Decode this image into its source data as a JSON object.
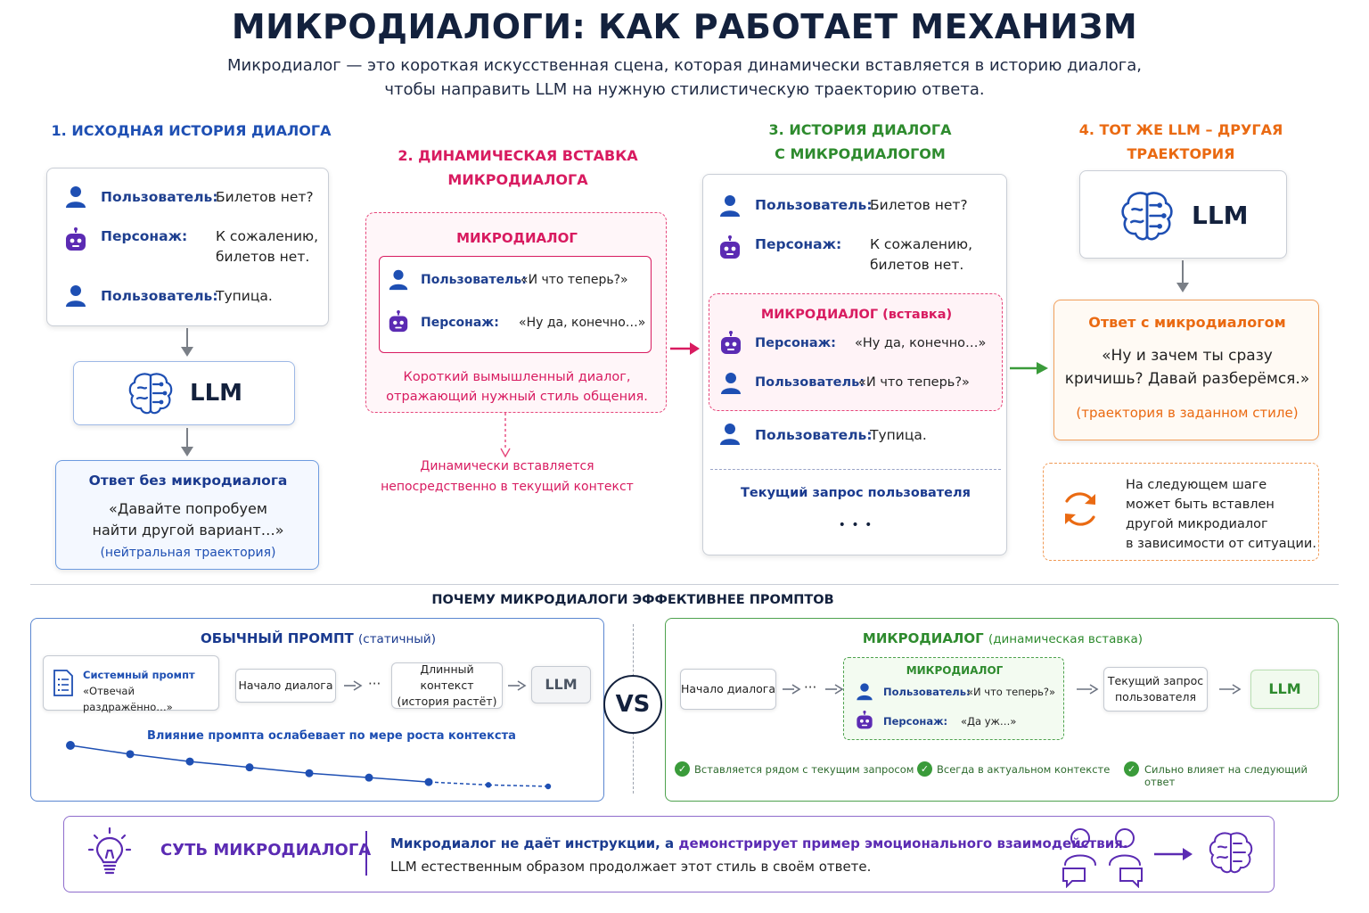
{
  "header": {
    "title": "МИКРОДИАЛОГИ: КАК РАБОТАЕТ МЕХАНИЗМ",
    "subtitle_line1": "Микродиалог — это короткая искусственная сцена, которая динамически вставляется в историю диалога,",
    "subtitle_line2": "чтобы направить LLM на нужную стилистическую траекторию ответа."
  },
  "step1": {
    "heading": "1. ИСХОДНАЯ ИСТОРИЯ ДИАЛОГА",
    "rows": [
      {
        "speaker": "Пользователь:",
        "text": "Билетов нет?"
      },
      {
        "speaker": "Персонаж:",
        "text_line1": "К сожалению,",
        "text_line2": "билетов нет."
      },
      {
        "speaker": "Пользователь:",
        "text": "Тупица."
      }
    ],
    "llm_label": "LLM",
    "answer_title": "Ответ без микродиалога",
    "answer_line1": "«Давайте попробуем",
    "answer_line2": "найти другой вариант…»",
    "answer_note": "(нейтральная траектория)"
  },
  "step2": {
    "heading_line1": "2. ДИНАМИЧЕСКАЯ ВСТАВКА",
    "heading_line2": "МИКРОДИАЛОГА",
    "box_title": "МИКРОДИАЛОГ",
    "rows": [
      {
        "speaker": "Пользователь:",
        "text": "«И что теперь?»"
      },
      {
        "speaker": "Персонаж:",
        "text": "«Ну да, конечно…»"
      }
    ],
    "caption_line1": "Короткий вымышленный диалог,",
    "caption_line2": "отражающий нужный стиль общения.",
    "note_line1": "Динамически вставляется",
    "note_line2": "непосредственно в текущий контекст"
  },
  "step3": {
    "heading_line1": "3. ИСТОРИЯ ДИАЛОГА",
    "heading_line2": "С МИКРОДИАЛОГОМ",
    "rows": [
      {
        "speaker": "Пользователь:",
        "text": "Билетов нет?"
      },
      {
        "speaker": "Персонаж:",
        "text_line1": "К сожалению,",
        "text_line2": "билетов нет."
      }
    ],
    "insert_title": "МИКРОДИАЛОГ (вставка)",
    "insert_rows": [
      {
        "speaker": "Персонаж:",
        "text": "«Ну да, конечно…»"
      },
      {
        "speaker": "Пользователь:",
        "text": "«И что теперь?»"
      }
    ],
    "last_row": {
      "speaker": "Пользователь:",
      "text": "Тупица."
    },
    "current_request": "Текущий запрос пользователя",
    "ellipsis": "• • •"
  },
  "step4": {
    "heading": "4. ТОТ ЖЕ LLM – ДРУГАЯ ТРАЕКТОРИЯ",
    "llm_label": "LLM",
    "answer_title": "Ответ с микродиалогом",
    "answer_line1": "«Ну и зачем ты сразу",
    "answer_line2": "кричишь? Давай разберёмся.»",
    "answer_note": "(траектория в заданном стиле)",
    "next_line1": "На следующем шаге",
    "next_line2": "может быть вставлен",
    "next_line3": "другой микродиалог",
    "next_line4": "в зависимости от ситуации."
  },
  "why": {
    "heading": "ПОЧЕМУ МИКРОДИАЛОГИ ЭФФЕКТИВНЕЕ ПРОМПТОВ",
    "vs": "VS",
    "left": {
      "title": "ОБЫЧНЫЙ ПРОМПТ",
      "title_note": "(статичный)",
      "system_title": "Системный промпт",
      "system_text": "«Отвечай раздражённо…»",
      "start": "Начало диалога",
      "dots": "···",
      "long_line1": "Длинный контекст",
      "long_line2": "(история растёт)",
      "llm": "LLM",
      "influence": "Влияние промпта ослабевает по мере роста контекста",
      "influence_values": [
        1.0,
        0.88,
        0.78,
        0.7,
        0.62,
        0.56,
        0.5,
        0.46,
        0.44
      ]
    },
    "right": {
      "title": "МИКРОДИАЛОГ",
      "title_note": "(динамическая вставка)",
      "start": "Начало диалога",
      "dots": "···",
      "box_title": "МИКРОДИАЛОГ",
      "rows": [
        {
          "speaker": "Пользователь:",
          "text": "«И что теперь?»"
        },
        {
          "speaker": "Персонаж:",
          "text": "«Да уж…»"
        }
      ],
      "request_line1": "Текущий запрос",
      "request_line2": "пользователя",
      "llm": "LLM",
      "checks": [
        "Вставляется рядом с текущим запросом",
        "Всегда в актуальном контексте",
        "Сильно влияет на следующий ответ"
      ]
    }
  },
  "essence": {
    "title": "СУТЬ МИКРОДИАЛОГА",
    "line1_a": "Микродиалог не даёт инструкции, а ",
    "line1_b": "демонстрирует пример эмоционального взаимодействия.",
    "line2": "LLM естественным образом продолжает этот стиль в своём ответе."
  }
}
